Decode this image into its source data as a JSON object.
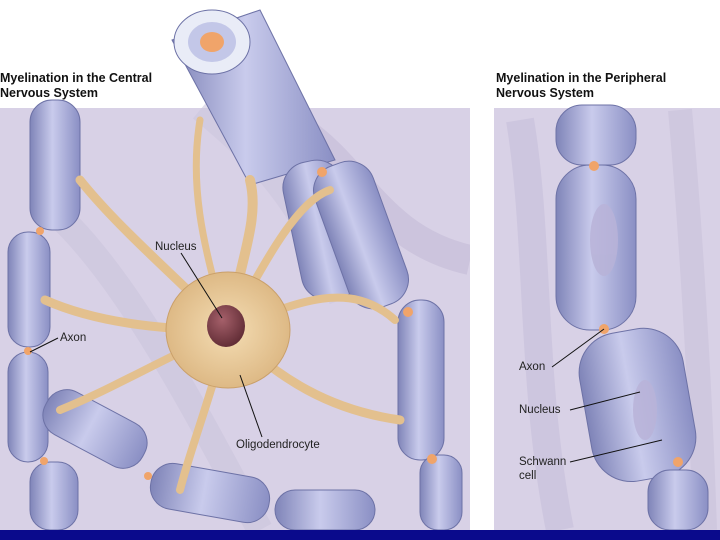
{
  "central": {
    "title_line1": "Myelination in the Central",
    "title_line2": "Nervous System",
    "labels": {
      "nucleus": "Nucleus",
      "axon": "Axon",
      "oligodendrocyte": "Oligodendrocyte"
    }
  },
  "peripheral": {
    "title_line1": "Myelination in the Peripheral",
    "title_line2": "Nervous System",
    "labels": {
      "axon": "Axon",
      "nucleus": "Nucleus",
      "schwann_line1": "Schwann",
      "schwann_line2": "cell"
    }
  },
  "colors": {
    "background_frame": "#0a0a8c",
    "panel_bg": "#d9d3e6",
    "myelin": "#a9add8",
    "cell_body": "#e7c898",
    "nucleus": "#7a3c46",
    "axon": "#f0a46a"
  }
}
